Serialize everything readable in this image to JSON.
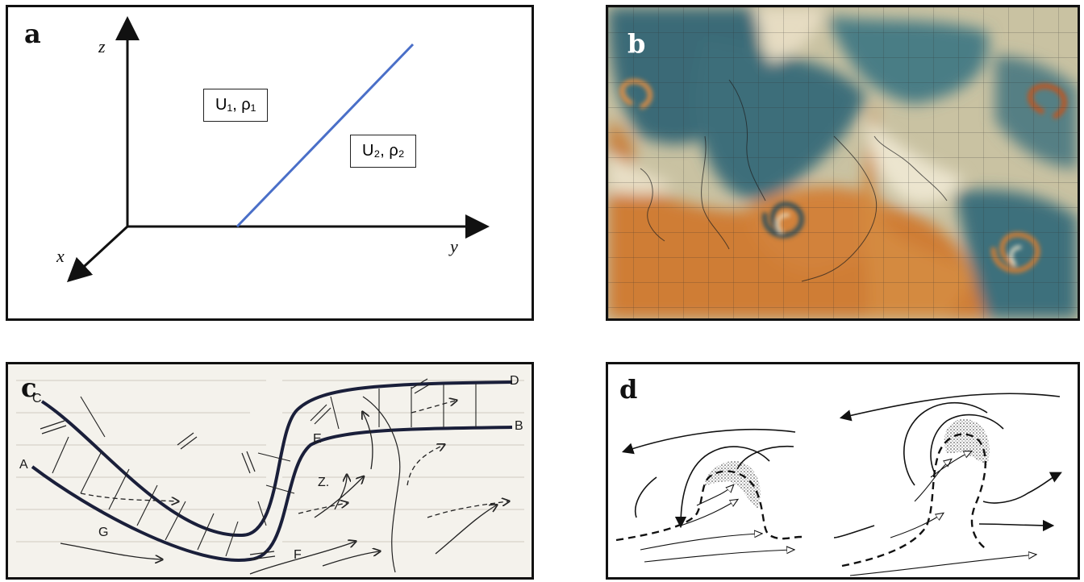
{
  "panels": {
    "a": {
      "letter": "a",
      "axes": {
        "z": "z",
        "x": "x",
        "y": "y"
      },
      "upper_layer": "U₁, ρ₁",
      "lower_layer": "U₂, ρ₂"
    },
    "b": {
      "letter": "b"
    },
    "c": {
      "letter": "c",
      "points": {
        "A": "A",
        "B": "B",
        "C": "C",
        "D": "D",
        "E": "E",
        "F": "F",
        "G": "G",
        "Z": "Z."
      }
    },
    "d": {
      "letter": "d"
    }
  },
  "colors": {
    "interface_line": "#4a6fc8",
    "ocean_blue": "#3d6e7a",
    "ocean_orange": "#cf7d34"
  }
}
